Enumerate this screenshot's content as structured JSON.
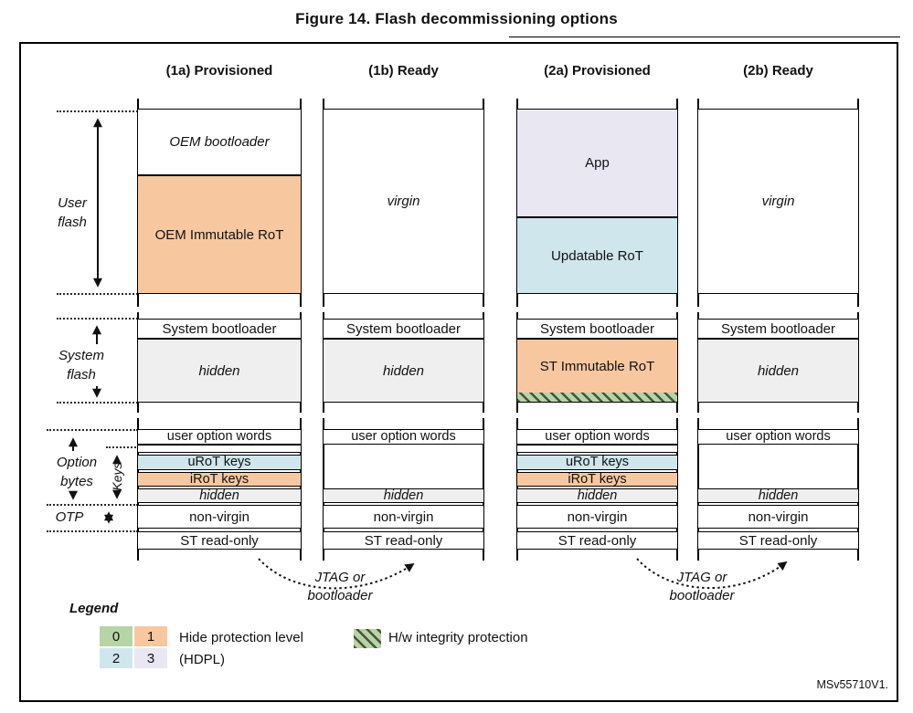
{
  "figure": {
    "title": "Figure 14. Flash decommissioning options",
    "watermark": "MSv55710V1."
  },
  "column_headers": {
    "c1a": "(1a) Provisioned",
    "c1b": "(1b) Ready",
    "c2a": "(2a) Provisioned",
    "c2b": "(2b) Ready"
  },
  "side_labels": {
    "user_flash": "User\nflash",
    "system_flash": "System\nflash",
    "option_bytes": "Option\nbytes",
    "keys": "Keys",
    "otp": "OTP"
  },
  "columns": {
    "c1a": {
      "user": {
        "top": "OEM bootloader",
        "bottom": "OEM Immutable RoT"
      },
      "system": {
        "top": "System bootloader",
        "bottom": "hidden"
      },
      "option": {
        "user_option_words": "user option words",
        "urot_keys": "uRoT keys",
        "irot_keys": "iRoT keys",
        "hidden": "hidden",
        "non_virgin": "non-virgin",
        "st_read_only": "ST read-only"
      }
    },
    "c1b": {
      "user": {
        "full": "virgin"
      },
      "system": {
        "top": "System bootloader",
        "bottom": "hidden"
      },
      "option": {
        "user_option_words": "user option words",
        "hidden": "hidden",
        "non_virgin": "non-virgin",
        "st_read_only": "ST read-only"
      }
    },
    "c2a": {
      "user": {
        "top": "App",
        "bottom": "Updatable RoT"
      },
      "system": {
        "top": "System bootloader",
        "bottom": "ST Immutable RoT"
      },
      "option": {
        "user_option_words": "user option words",
        "urot_keys": "uRoT keys",
        "irot_keys": "iRoT keys",
        "hidden": "hidden",
        "non_virgin": "non-virgin",
        "st_read_only": "ST read-only"
      }
    },
    "c2b": {
      "user": {
        "full": "virgin"
      },
      "system": {
        "top": "System bootloader",
        "bottom": "hidden"
      },
      "option": {
        "user_option_words": "user option words",
        "hidden": "hidden",
        "non_virgin": "non-virgin",
        "st_read_only": "ST read-only"
      }
    }
  },
  "jtag_label": "JTAG or\nbootloader",
  "legend": {
    "heading": "Legend",
    "hdpl": {
      "cells": [
        "0",
        "1",
        "2",
        "3"
      ],
      "label": "Hide protection level\n(HDPL)"
    },
    "hatch_label": "H/w integrity protection"
  },
  "colors": {
    "hdpl0_green": "#b7d4a5",
    "hdpl1_orange": "#f7c89f",
    "hdpl2_blue": "#cfe6ed",
    "hdpl3_lavender": "#e9e8f2",
    "hidden_gray": "#efefef",
    "hatch_bg": "#b7d4a5",
    "hatch_fg": "#47523e",
    "line": "#000000"
  }
}
